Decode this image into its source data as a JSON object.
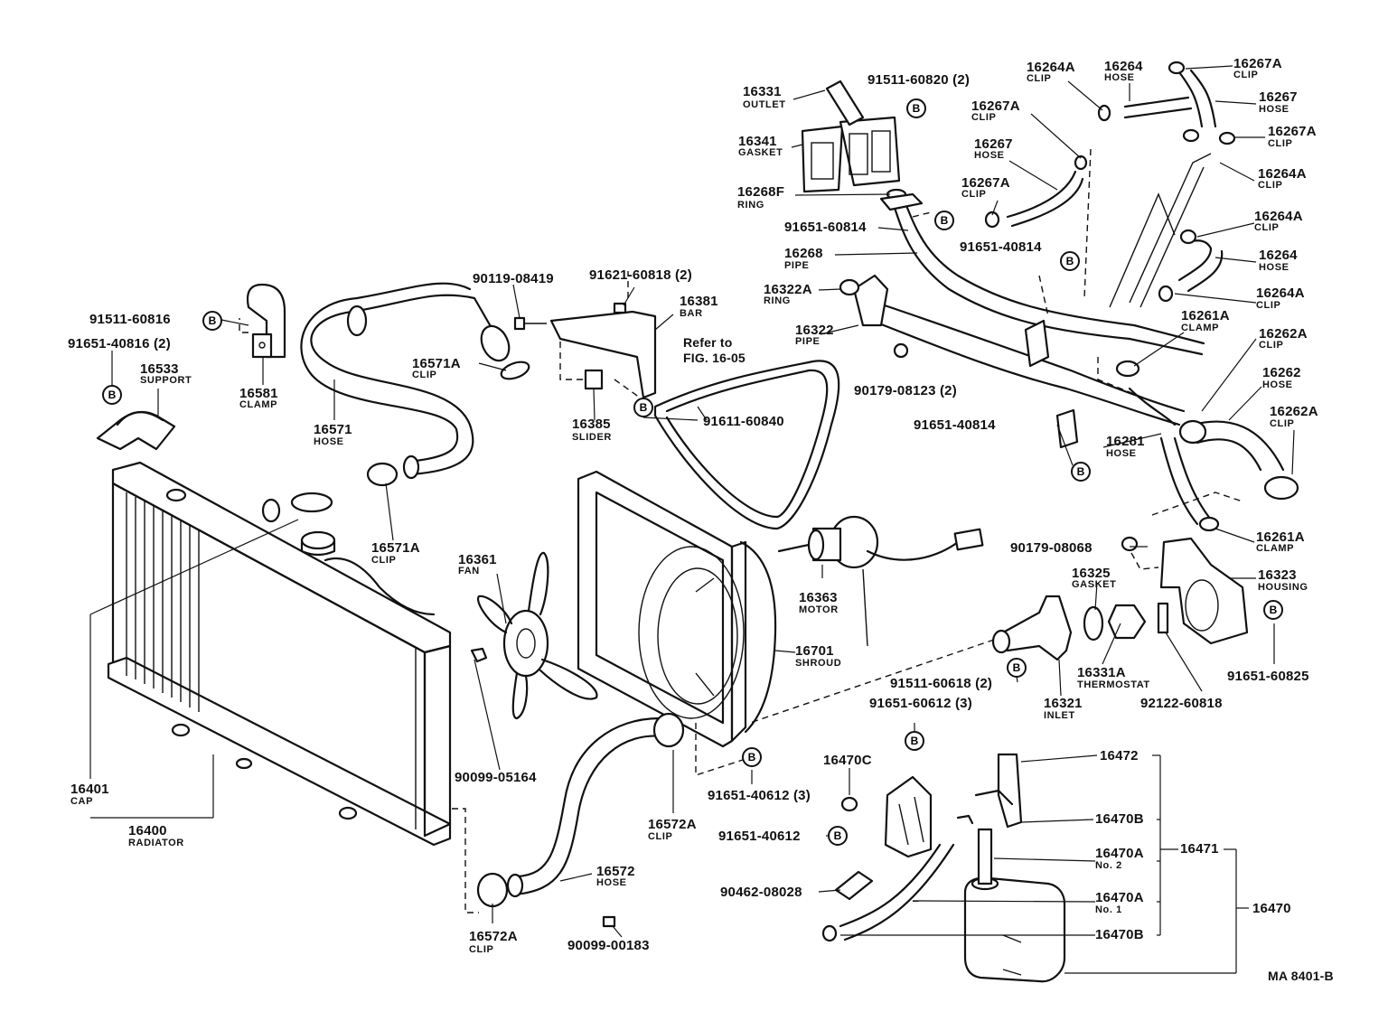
{
  "figure_code": "MA 8401-B",
  "reference_note": {
    "line1": "Refer to",
    "line2": "FIG. 16-05"
  },
  "callout_letter": "B",
  "parts": [
    {
      "id": "p1",
      "number": "16331",
      "name": "OUTLET"
    },
    {
      "id": "p2",
      "number": "91511-60820 (2)",
      "name": ""
    },
    {
      "id": "p3",
      "number": "16264A",
      "name": "CLIP"
    },
    {
      "id": "p4",
      "number": "16264",
      "name": "HOSE"
    },
    {
      "id": "p5",
      "number": "16267A",
      "name": "CLIP"
    },
    {
      "id": "p6",
      "number": "16267",
      "name": "HOSE"
    },
    {
      "id": "p7",
      "number": "16267A",
      "name": "CLIP"
    },
    {
      "id": "p8",
      "number": "16341",
      "name": "GASKET"
    },
    {
      "id": "p9",
      "number": "16267A",
      "name": "CLIP"
    },
    {
      "id": "p10",
      "number": "16267",
      "name": "HOSE"
    },
    {
      "id": "p11",
      "number": "16264A",
      "name": "CLIP"
    },
    {
      "id": "p12",
      "number": "16268F",
      "name": "RING"
    },
    {
      "id": "p13",
      "number": "16267A",
      "name": "CLIP"
    },
    {
      "id": "p14",
      "number": "91651-60814",
      "name": ""
    },
    {
      "id": "p15",
      "number": "16264A",
      "name": "CLIP"
    },
    {
      "id": "p16",
      "number": "91651-40814",
      "name": ""
    },
    {
      "id": "p17",
      "number": "16264",
      "name": "HOSE"
    },
    {
      "id": "p18",
      "number": "16268",
      "name": "PIPE"
    },
    {
      "id": "p19",
      "number": "16264A",
      "name": "CLIP"
    },
    {
      "id": "p20",
      "number": "16322A",
      "name": "RING"
    },
    {
      "id": "p21",
      "number": "90119-08419",
      "name": ""
    },
    {
      "id": "p22",
      "number": "91621-60818 (2)",
      "name": ""
    },
    {
      "id": "p23",
      "number": "16381",
      "name": "BAR"
    },
    {
      "id": "p24",
      "number": "91511-60816",
      "name": ""
    },
    {
      "id": "p25",
      "number": "16261A",
      "name": "CLAMP"
    },
    {
      "id": "p26",
      "number": "16322",
      "name": "PIPE"
    },
    {
      "id": "p27",
      "number": "16262A",
      "name": "CLIP"
    },
    {
      "id": "p28",
      "number": "91651-40816 (2)",
      "name": ""
    },
    {
      "id": "p29",
      "number": "16533",
      "name": "SUPPORT"
    },
    {
      "id": "p30",
      "number": "16571A",
      "name": "CLIP"
    },
    {
      "id": "p31",
      "number": "90179-08123 (2)",
      "name": ""
    },
    {
      "id": "p32",
      "number": "16262",
      "name": "HOSE"
    },
    {
      "id": "p33",
      "number": "16581",
      "name": "CLAMP"
    },
    {
      "id": "p34",
      "number": "16385",
      "name": "SLIDER"
    },
    {
      "id": "p35",
      "number": "91611-60840",
      "name": ""
    },
    {
      "id": "p36",
      "number": "16571",
      "name": "HOSE"
    },
    {
      "id": "p37",
      "number": "91651-40814",
      "name": ""
    },
    {
      "id": "p38",
      "number": "16262A",
      "name": "CLIP"
    },
    {
      "id": "p39",
      "number": "16281",
      "name": "HOSE"
    },
    {
      "id": "p40",
      "number": "16571A",
      "name": "CLIP"
    },
    {
      "id": "p41",
      "number": "16361",
      "name": "FAN"
    },
    {
      "id": "p42",
      "number": "16261A",
      "name": "CLAMP"
    },
    {
      "id": "p43",
      "number": "90179-08068",
      "name": ""
    },
    {
      "id": "p44",
      "number": "16325",
      "name": "GASKET"
    },
    {
      "id": "p45",
      "number": "16323",
      "name": "HOUSING"
    },
    {
      "id": "p46",
      "number": "16363",
      "name": "MOTOR"
    },
    {
      "id": "p47",
      "number": "16701",
      "name": "SHROUD"
    },
    {
      "id": "p48",
      "number": "16331A",
      "name": "THERMOSTAT"
    },
    {
      "id": "p49",
      "number": "91651-60825",
      "name": ""
    },
    {
      "id": "p50",
      "number": "91511-60618 (2)",
      "name": ""
    },
    {
      "id": "p51",
      "number": "91651-60612 (3)",
      "name": ""
    },
    {
      "id": "p52",
      "number": "16321",
      "name": "INLET"
    },
    {
      "id": "p53",
      "number": "92122-60818",
      "name": ""
    },
    {
      "id": "p54",
      "number": "90099-05164",
      "name": ""
    },
    {
      "id": "p55",
      "number": "91651-40612 (3)",
      "name": ""
    },
    {
      "id": "p56",
      "number": "16470C",
      "name": ""
    },
    {
      "id": "p57",
      "number": "16472",
      "name": ""
    },
    {
      "id": "p58",
      "number": "16401",
      "name": "CAP"
    },
    {
      "id": "p59",
      "number": "16400",
      "name": "RADIATOR"
    },
    {
      "id": "p60",
      "number": "16572A",
      "name": "CLIP"
    },
    {
      "id": "p61",
      "number": "16470B",
      "name": ""
    },
    {
      "id": "p62",
      "number": "91651-40612",
      "name": ""
    },
    {
      "id": "p63",
      "number": "16470A",
      "name": "No. 2"
    },
    {
      "id": "p64",
      "number": "16471",
      "name": ""
    },
    {
      "id": "p65",
      "number": "16572",
      "name": "HOSE"
    },
    {
      "id": "p66",
      "number": "90462-08028",
      "name": ""
    },
    {
      "id": "p67",
      "number": "16470A",
      "name": "No. 1"
    },
    {
      "id": "p68",
      "number": "16470",
      "name": ""
    },
    {
      "id": "p69",
      "number": "16470B",
      "name": ""
    },
    {
      "id": "p70",
      "number": "16572A",
      "name": "CLIP"
    },
    {
      "id": "p71",
      "number": "90099-00183",
      "name": ""
    }
  ]
}
